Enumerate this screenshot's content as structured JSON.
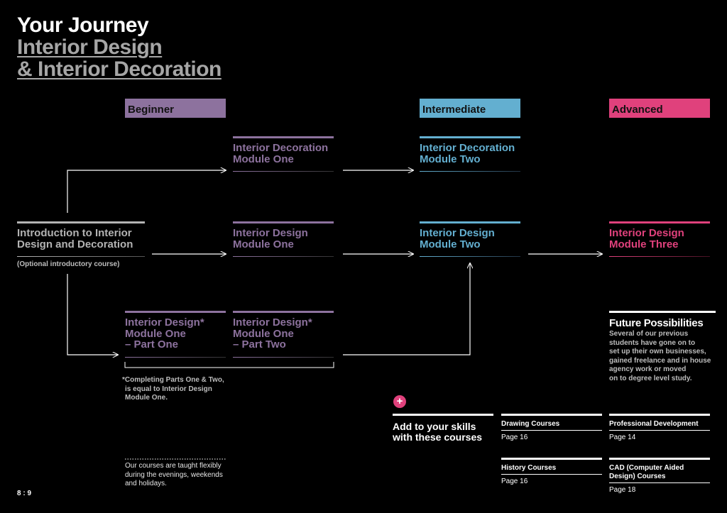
{
  "title": {
    "line1": "Your Journey",
    "line2": "Interior Design",
    "line3": "& Interior Decoration"
  },
  "levels": {
    "beginner": "Beginner",
    "intermediate": "Intermediate",
    "advanced": "Advanced"
  },
  "intro": {
    "title_line1": "Introduction to Interior",
    "title_line2": "Design and Decoration",
    "note": "(Optional introductory course)"
  },
  "modules": {
    "deco_one": {
      "line1": "Interior Decoration",
      "line2": "Module One"
    },
    "deco_two": {
      "line1": "Interior Decoration",
      "line2": "Module Two"
    },
    "design_one": {
      "line1": "Interior Design",
      "line2": "Module One"
    },
    "design_two": {
      "line1": "Interior Design",
      "line2": "Module Two"
    },
    "design_three": {
      "line1": "Interior Design",
      "line2": "Module Three"
    },
    "part_one": {
      "line1": "Interior Design*",
      "line2": "Module One",
      "line3": "– Part One"
    },
    "part_two": {
      "line1": "Interior Design*",
      "line2": "Module One",
      "line3": "– Part Two"
    }
  },
  "footnote": {
    "line1": "*Completing Parts One & Two,",
    "line2": "is equal to Interior Design",
    "line3": "Module One."
  },
  "flexible_note": {
    "line1": "Our courses are taught flexibly",
    "line2": "during the evenings, weekends",
    "line3": "and holidays."
  },
  "future": {
    "heading": "Future Possibilities",
    "line1": "Several of our previous",
    "line2": "students have gone on to",
    "line3": "set up their own businesses,",
    "line4": "gained freelance and in house",
    "line5": "agency work or moved",
    "line6": "on to degree level study."
  },
  "skills": {
    "plus": "+",
    "heading_line1": "Add to your skills",
    "heading_line2": "with these courses",
    "courses": [
      {
        "name": "Drawing Courses",
        "page": "Page 16"
      },
      {
        "name": "Professional Development",
        "page": "Page 14"
      },
      {
        "name": "History Courses",
        "page": "Page 16"
      },
      {
        "name": "CAD (Computer Aided Design) Courses",
        "page": "Page 18"
      }
    ]
  },
  "page_number": "8 : 9",
  "colors": {
    "beginner": "#8d729e",
    "intermediate": "#63afd0",
    "advanced": "#e0417c",
    "intro": "#b3b3b3"
  }
}
